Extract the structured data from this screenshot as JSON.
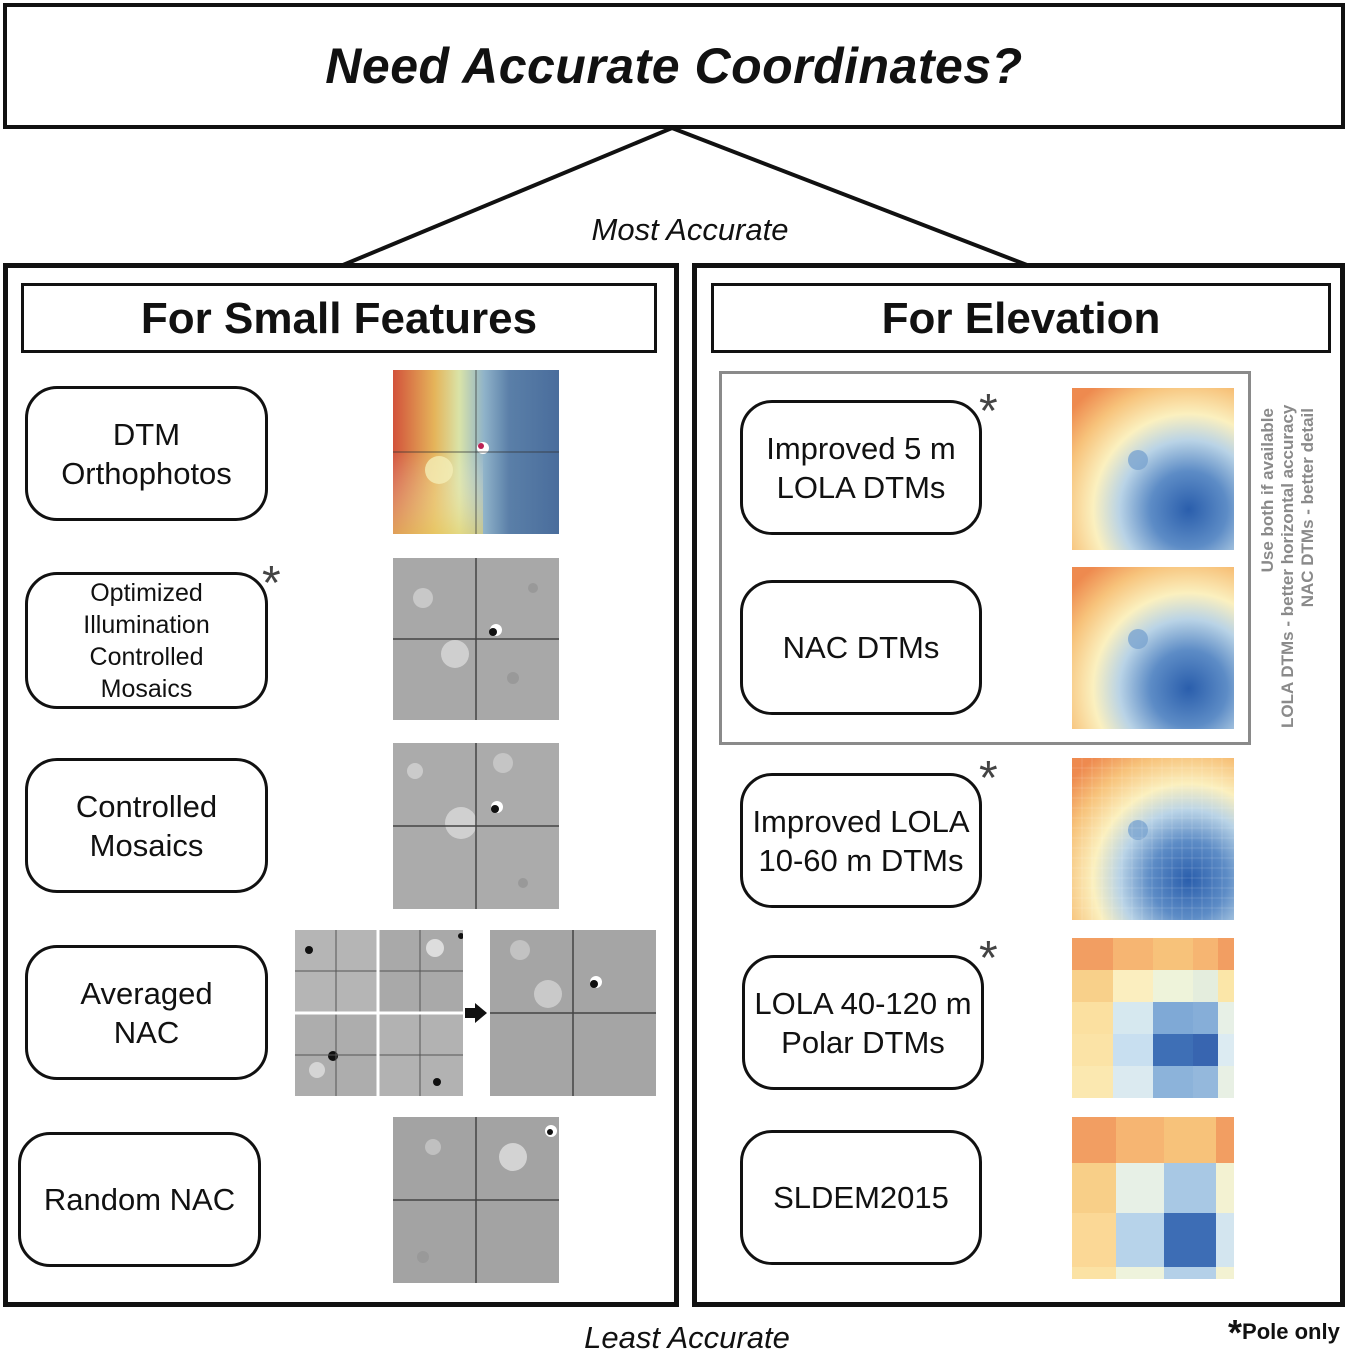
{
  "title": "Need Accurate Coordinates?",
  "most_accurate": "Most Accurate",
  "least_accurate": "Least Accurate",
  "left_panel": {
    "header": "For Small Features",
    "items": [
      {
        "label": "DTM\nOrthophotos",
        "pole_only": false
      },
      {
        "label": "Optimized\nIllumination\nControlled\nMosaics",
        "pole_only": true
      },
      {
        "label": "Controlled\nMosaics",
        "pole_only": false
      },
      {
        "label": "Averaged\nNAC",
        "pole_only": false
      },
      {
        "label": "Random NAC",
        "pole_only": false
      }
    ]
  },
  "right_panel": {
    "header": "For Elevation",
    "items": [
      {
        "label": "Improved 5 m\nLOLA DTMs",
        "pole_only": true
      },
      {
        "label": "NAC DTMs",
        "pole_only": false
      },
      {
        "label": "Improved LOLA\n10-60 m DTMs",
        "pole_only": true
      },
      {
        "label": "LOLA 40-120 m\nPolar DTMs",
        "pole_only": true
      },
      {
        "label": "SLDEM2015",
        "pole_only": false
      }
    ],
    "group_note": [
      "Use both if available",
      "LOLA DTMs - better horizontal accuracy",
      "NAC DTMs - better detail"
    ]
  },
  "legend": {
    "star": "*",
    "text": "Pole only"
  },
  "colors": {
    "line": "#111111",
    "group_frame": "#8a8a8a",
    "star": "#444444"
  }
}
